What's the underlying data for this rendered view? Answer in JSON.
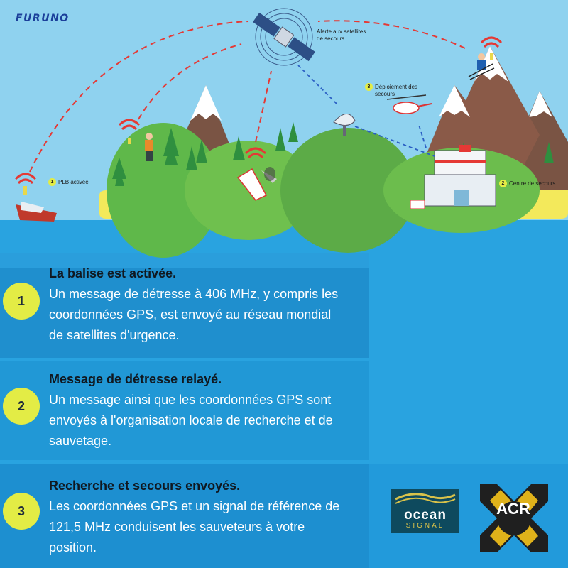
{
  "brand": {
    "name": "FURUNO"
  },
  "scene": {
    "satellite_label": "Alerte aux satellites de secours",
    "satellite_label_line1": "Alerte aux satellites",
    "satellite_label_line2": "de secours",
    "plb_step": "1",
    "plb_label": "PLB activée",
    "rescue_center_step": "2",
    "rescue_center_label": "Centre de secours",
    "deploy_step": "3",
    "deploy_label_line1": "Déploiement des",
    "deploy_label_line2": "secours"
  },
  "steps": [
    {
      "number": "1",
      "title": "La balise est activée.",
      "lines": [
        "Un message de détresse à 406 MHz, y compris les",
        "coordonnées GPS, est envoyé au réseau mondial",
        "de satellites d'urgence."
      ]
    },
    {
      "number": "2",
      "title": "Message de détresse relayé.",
      "lines": [
        "Un message ainsi que les coordonnées GPS sont",
        "envoyés à l'organisation locale de recherche et de",
        "sauvetage."
      ]
    },
    {
      "number": "3",
      "title": "Recherche et secours envoyés.",
      "lines": [
        "Les coordonnées GPS et un signal de référence de",
        "121,5 MHz conduisent les sauveteurs à votre",
        "position."
      ]
    }
  ],
  "partners": {
    "ocean_signal_line1": "ocean",
    "ocean_signal_line2": "SIGNAL",
    "acr": "ACR"
  },
  "colors": {
    "sky": "#8fd2ef",
    "sea": "#29a3e0",
    "accent_yellow": "#e3ec45",
    "dash_red": "#e53935",
    "dash_blue": "#2b5fc4"
  }
}
